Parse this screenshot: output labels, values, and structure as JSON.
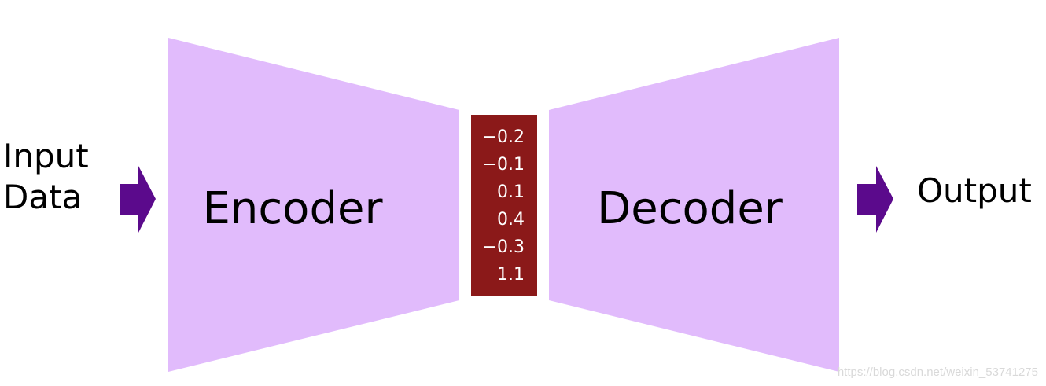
{
  "input_label": {
    "line1": "Input",
    "line2": "Data"
  },
  "encoder": {
    "label": "Encoder"
  },
  "decoder": {
    "label": "Decoder"
  },
  "latent": {
    "values": [
      "−0.2",
      "−0.1",
      "0.1",
      "0.4",
      "−0.3",
      "1.1"
    ]
  },
  "output_label": "Output",
  "watermark": "https://blog.csdn.net/weixin_53741275",
  "colors": {
    "trapezoid": "#e1bbfc",
    "latent_box": "#8b1919",
    "arrow": "#5b0a8c"
  }
}
